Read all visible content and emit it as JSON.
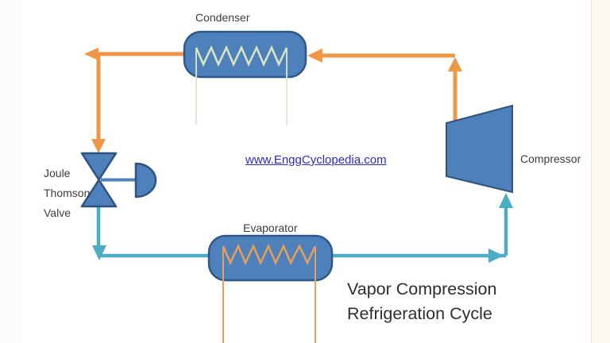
{
  "diagram": {
    "title": "Vapor Compression\nRefrigeration Cycle",
    "watermark_link": "www.EnggCyclopedia.com",
    "components": {
      "condenser": {
        "label": "Condenser"
      },
      "compressor": {
        "label": "Compressor"
      },
      "evaporator": {
        "label": "Evaporator"
      },
      "jt_valve": {
        "label": "Joule\nThomson\nValve"
      }
    },
    "colors": {
      "hot_line_orange": "#EE9744",
      "cold_line_teal": "#4BACC6",
      "equipment_fill_blue": "#4E80BB",
      "equipment_border_blue": "#31578A",
      "condenser_coil_green": "#D9E5BD",
      "evaporator_coil_orange": "#E2A05A",
      "link_blue": "#2A2ACC",
      "label_text": "#3D3D3D"
    }
  }
}
